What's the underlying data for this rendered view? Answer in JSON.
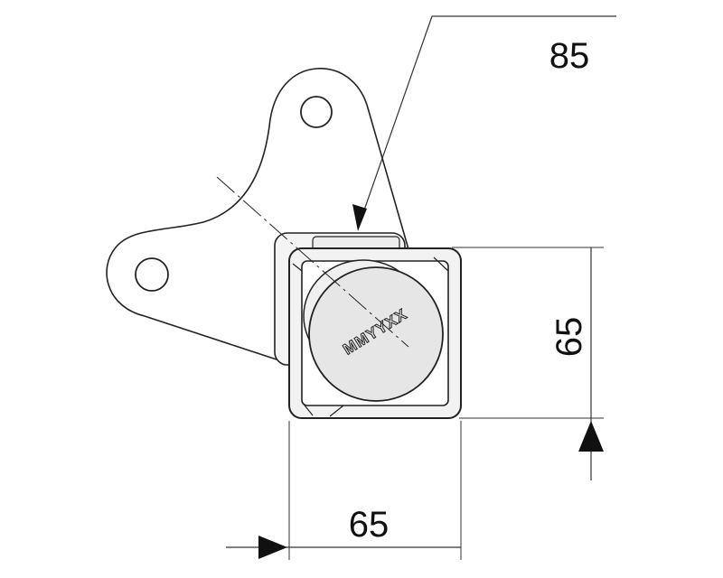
{
  "drawing": {
    "stamp": "MMYYXX",
    "dimensions": {
      "diagonal": "85",
      "height": "65",
      "width": "65"
    }
  },
  "colors": {
    "line": "#222222",
    "part_fill": "#ffffff",
    "cap_fill": "#e6e6e6",
    "tube_fill": "#f2f2f2",
    "dim_line": "#333333"
  }
}
